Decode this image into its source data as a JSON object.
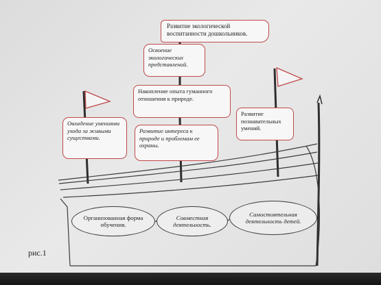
{
  "diagram": {
    "boxes": {
      "top": "Развитие экологической воспитанности дошкольников.",
      "osvoenie": "Освоение экологических представлений.",
      "nakoplenie": "Накопление опыта гуманного отношения к природе.",
      "ovladenie": "Овладение умениями ухода за живыми существами.",
      "interes": "Развитие интереса к природе и проблемам ее охраны.",
      "poznavatelnye": "Развитие познавательных умений."
    },
    "ovals": {
      "forma": "Организованная форма обучения.",
      "sovmestnaya": "Совместная деятельность.",
      "samostoyatelnaya": "Самостоятельная деятельность детей."
    },
    "figure_label": "рис.1",
    "colors": {
      "box_border": "#c0484a",
      "flag_fill": "#f4f4f4",
      "line": "#2e2e2e"
    }
  }
}
